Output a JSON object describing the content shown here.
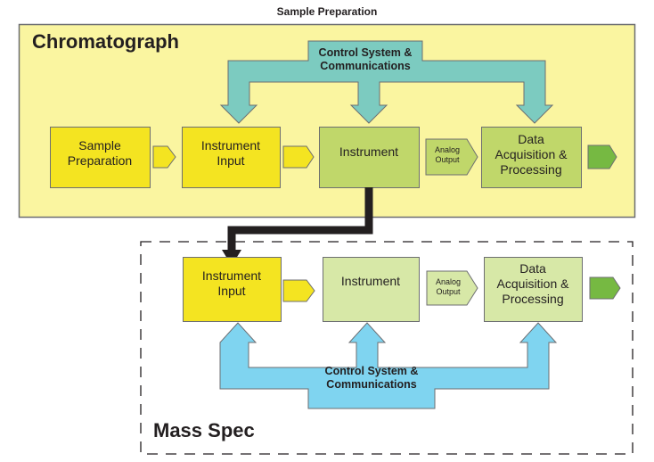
{
  "header": {
    "title": "Sample Preparation"
  },
  "chromatograph": {
    "title": "Chromatograph",
    "control": {
      "line1": "Control System &",
      "line2": "Communications"
    },
    "sample_prep": {
      "line1": "Sample",
      "line2": "Preparation"
    },
    "instrument_input": {
      "line1": "Instrument",
      "line2": "Input"
    },
    "instrument": {
      "label": "Instrument"
    },
    "analog_output": {
      "line1": "Analog",
      "line2": "Output"
    },
    "data_acq": {
      "line1": "Data",
      "line2": "Acquisition &",
      "line3": "Processing"
    }
  },
  "mass_spec": {
    "title": "Mass Spec",
    "instrument_input": {
      "line1": "Instrument",
      "line2": "Input"
    },
    "instrument": {
      "label": "Instrument"
    },
    "analog_output": {
      "line1": "Analog",
      "line2": "Output"
    },
    "data_acq": {
      "line1": "Data",
      "line2": "Acquisition &",
      "line3": "Processing"
    },
    "control": {
      "line1": "Control System &",
      "line2": "Communications"
    }
  },
  "colors": {
    "panel_yellow": "#faf5a0",
    "box_yellow": "#f4e421",
    "box_green": "#c0d76a",
    "box_green_light": "#d7e8a7",
    "arrow_dark_green": "#76b942",
    "teal": "#7ccbc0",
    "light_blue": "#7fd4f0",
    "outline": "#6d6e71"
  }
}
